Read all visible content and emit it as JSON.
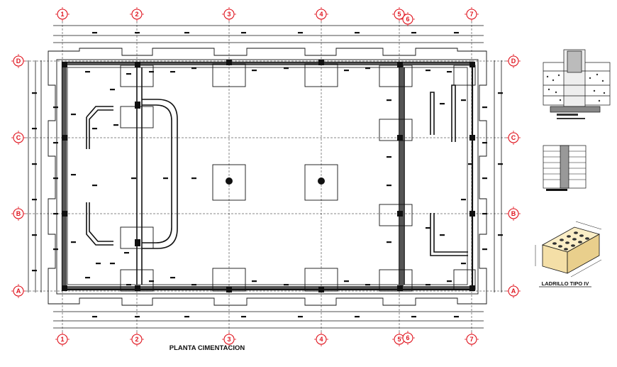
{
  "drawing": {
    "title": "PLANTA CIMENTACION",
    "brick_caption": "LADRILLO TIPO IV"
  },
  "axes": {
    "columns": [
      "1",
      "2",
      "3",
      "4",
      "5",
      "6",
      "7"
    ],
    "rows": [
      "D",
      "C",
      "B",
      "A"
    ]
  },
  "colors": {
    "line": "#111111",
    "axis_marker": "#e0141e",
    "brick": "#f4dfa7"
  }
}
